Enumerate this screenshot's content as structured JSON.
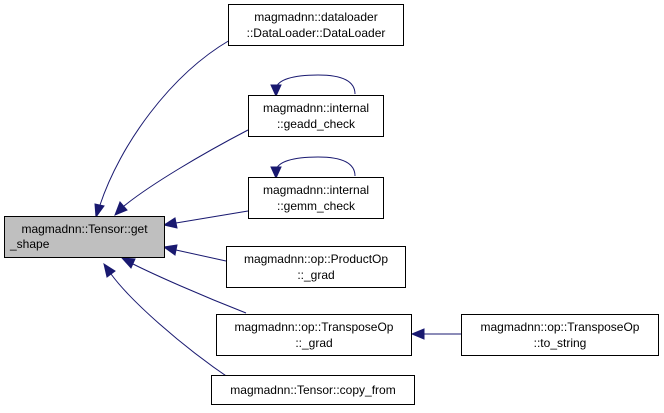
{
  "graph": {
    "root": {
      "line1": "magmadnn::Tensor::get",
      "line2": "_shape"
    },
    "nodes": {
      "dataloader": {
        "line1": "magmadnn::dataloader",
        "line2": "::DataLoader::DataLoader"
      },
      "geadd": {
        "line1": "magmadnn::internal",
        "line2": "::geadd_check"
      },
      "gemm": {
        "line1": "magmadnn::internal",
        "line2": "::gemm_check"
      },
      "product_grad": {
        "line1": "magmadnn::op::ProductOp",
        "line2": "::_grad"
      },
      "transpose_grad": {
        "line1": "magmadnn::op::TransposeOp",
        "line2": "::_grad"
      },
      "transpose_tostring": {
        "line1": "magmadnn::op::TransposeOp",
        "line2": "::to_string"
      },
      "copy_from": {
        "label": "magmadnn::Tensor::copy_from"
      }
    },
    "edge_color": "#191970",
    "root_fill": "#bfbfbf"
  }
}
